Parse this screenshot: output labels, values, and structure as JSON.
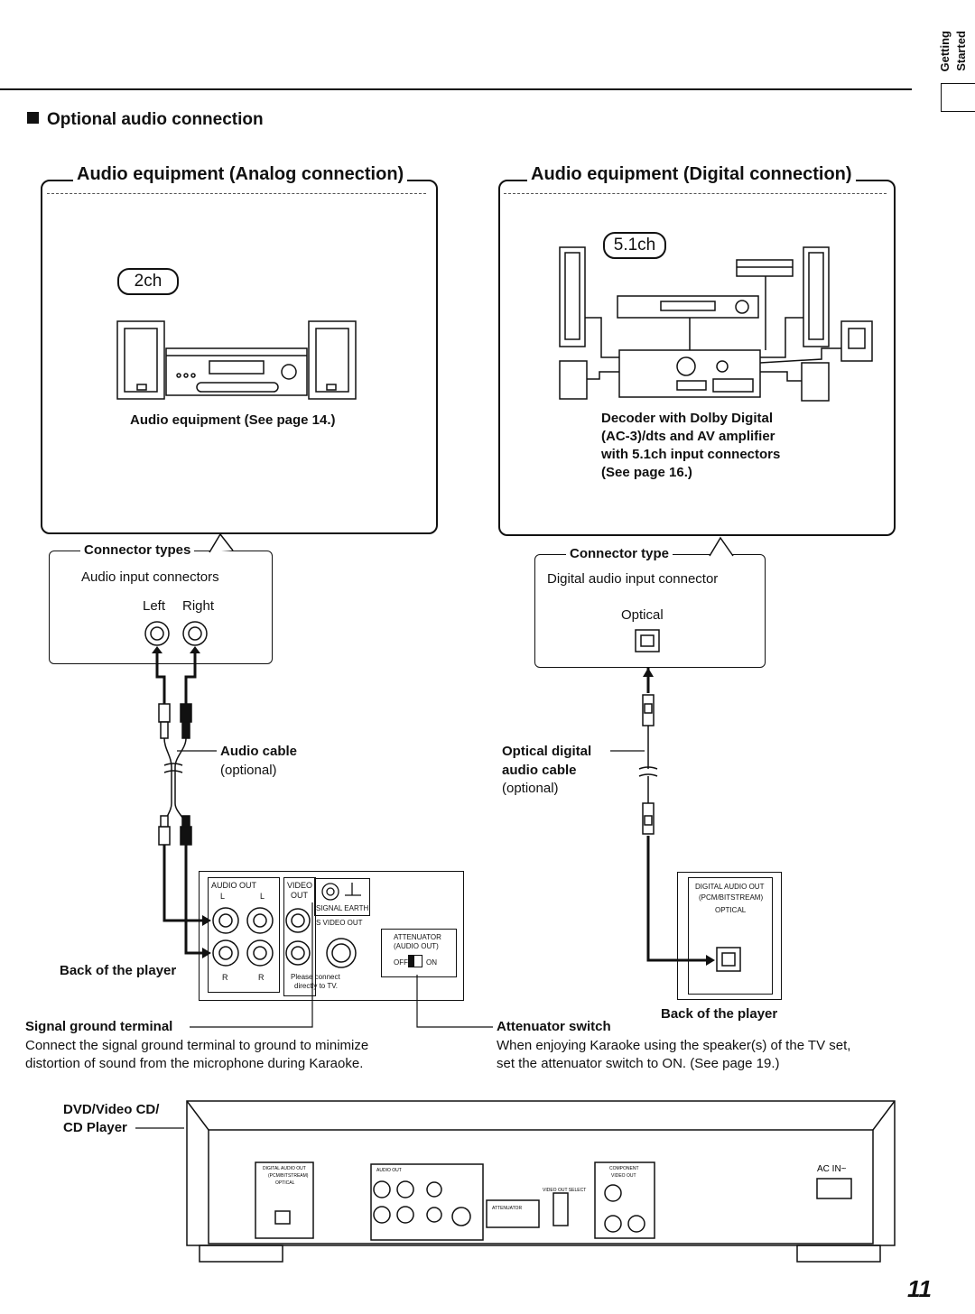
{
  "side_tab": {
    "line1": "Getting",
    "line2": "Started"
  },
  "section_title": "Optional audio connection",
  "analog": {
    "title": "Audio equipment (Analog connection)",
    "badge": "2ch",
    "caption": "Audio equipment (See page 14.)",
    "connector_heading": "Connector types",
    "connector_desc": "Audio input connectors",
    "left": "Left",
    "right": "Right",
    "cable_label": "Audio cable",
    "cable_optional": "(optional)",
    "back_label": "Back of the player"
  },
  "digital": {
    "title": "Audio equipment (Digital connection)",
    "badge": "5.1ch",
    "caption_lines": [
      "Decoder with Dolby Digital",
      "(AC-3)/dts and AV amplifier",
      "with 5.1ch input connectors",
      "(See page 16.)"
    ],
    "connector_heading": "Connector type",
    "connector_desc": "Digital audio input connector",
    "optical": "Optical",
    "cable_line1": "Optical digital",
    "cable_line2": "audio cable",
    "cable_optional": "(optional)",
    "back_label": "Back of the player"
  },
  "panel_labels": {
    "audio_out": "AUDIO OUT",
    "l": "L",
    "r": "R",
    "video": "VIDEO",
    "out": "OUT",
    "signal_earth": "SIGNAL EARTH",
    "s_video_out": "S VIDEO OUT",
    "please_connect": "Please connect",
    "directly": "directly to TV.",
    "attenuator": "ATTENUATOR",
    "audio_out_paren": "(AUDIO OUT)",
    "off": "OFF",
    "on": "ON",
    "digital_audio_out": "DIGITAL AUDIO OUT",
    "pcm": "(PCM/BITSTREAM)",
    "optical": "OPTICAL",
    "component": "COMPONENT",
    "video_out": "VIDEO OUT",
    "video_out_select": "VIDEO OUT SELECT",
    "ac_in": "AC IN~"
  },
  "signal_ground": {
    "title": "Signal ground terminal",
    "text1": "Connect the signal ground terminal to ground to minimize",
    "text2": "distortion of sound from the microphone during Karaoke."
  },
  "attenuator_switch": {
    "title": "Attenuator switch",
    "text1": "When enjoying Karaoke using the speaker(s) of the TV set,",
    "text2": "set the attenuator switch to ON. (See page 19.)"
  },
  "player_label_1": "DVD/Video CD/",
  "player_label_2": "CD Player",
  "page_number": "11"
}
